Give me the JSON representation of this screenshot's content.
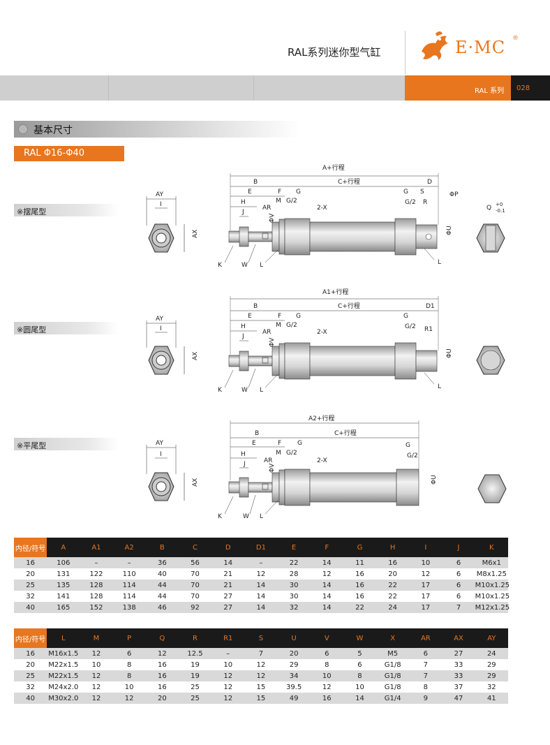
{
  "header": {
    "title": "RAL系列迷你型气缸",
    "brand": "E·MC",
    "registered": "®",
    "series_label": "RAL 系列",
    "page_number": "028"
  },
  "section": {
    "title": "基本尺寸",
    "range": "RAL Φ16-Φ40"
  },
  "types": [
    {
      "label": "※摆尾型",
      "stroke_label": "A+行程",
      "rod_end_d": "D",
      "rod_end_r": "R"
    },
    {
      "label": "※圆尾型",
      "stroke_label": "A1+行程",
      "rod_end_d": "D1",
      "rod_end_r": "R1"
    },
    {
      "label": "※平尾型",
      "stroke_label": "A2+行程"
    }
  ],
  "dims": {
    "AY": "AY",
    "I": "I",
    "AX": "AX",
    "B": "B",
    "E": "E",
    "F": "F",
    "G": "G",
    "G2": "G/2",
    "H": "H",
    "J": "J",
    "M": "M",
    "AR": "AR",
    "V": "ΦV",
    "X": "2-X",
    "K": "K",
    "W": "W",
    "L": "L",
    "C": "C+行程",
    "S": "S",
    "P": "ΦP",
    "U": "ΦU",
    "Q": "Q",
    "Q_up": "+0",
    "Q_down": "-0.1"
  },
  "colors": {
    "accent": "#e8761e",
    "dark": "#1a1a1a",
    "band": "#cfcfcf"
  },
  "table1": {
    "headers": [
      "内径/符号",
      "A",
      "A1",
      "A2",
      "B",
      "C",
      "D",
      "D1",
      "E",
      "F",
      "G",
      "H",
      "I",
      "J",
      "K"
    ],
    "rows": [
      [
        "16",
        "106",
        "–",
        "–",
        "36",
        "56",
        "14",
        "–",
        "22",
        "14",
        "11",
        "16",
        "10",
        "6",
        "M6x1"
      ],
      [
        "20",
        "131",
        "122",
        "110",
        "40",
        "70",
        "21",
        "12",
        "28",
        "12",
        "16",
        "20",
        "12",
        "6",
        "M8x1.25"
      ],
      [
        "25",
        "135",
        "128",
        "114",
        "44",
        "70",
        "21",
        "14",
        "30",
        "14",
        "16",
        "22",
        "17",
        "6",
        "M10x1.25"
      ],
      [
        "32",
        "141",
        "128",
        "114",
        "44",
        "70",
        "27",
        "14",
        "30",
        "14",
        "16",
        "22",
        "17",
        "6",
        "M10x1.25"
      ],
      [
        "40",
        "165",
        "152",
        "138",
        "46",
        "92",
        "27",
        "14",
        "32",
        "14",
        "22",
        "24",
        "17",
        "7",
        "M12x1.25"
      ]
    ]
  },
  "table2": {
    "headers": [
      "内径/符号",
      "L",
      "M",
      "P",
      "Q",
      "R",
      "R1",
      "S",
      "U",
      "V",
      "W",
      "X",
      "AR",
      "AX",
      "AY"
    ],
    "rows": [
      [
        "16",
        "M16x1.5",
        "12",
        "6",
        "12",
        "12.5",
        "–",
        "7",
        "20",
        "6",
        "5",
        "M5",
        "6",
        "27",
        "24"
      ],
      [
        "20",
        "M22x1.5",
        "10",
        "8",
        "16",
        "19",
        "10",
        "12",
        "29",
        "8",
        "6",
        "G1/8",
        "7",
        "33",
        "29"
      ],
      [
        "25",
        "M22x1.5",
        "12",
        "8",
        "16",
        "19",
        "12",
        "12",
        "34",
        "10",
        "8",
        "G1/8",
        "7",
        "33",
        "29"
      ],
      [
        "32",
        "M24x2.0",
        "12",
        "10",
        "16",
        "25",
        "12",
        "15",
        "39.5",
        "12",
        "10",
        "G1/8",
        "8",
        "37",
        "32"
      ],
      [
        "40",
        "M30x2.0",
        "12",
        "12",
        "20",
        "25",
        "12",
        "15",
        "49",
        "16",
        "14",
        "G1/4",
        "9",
        "47",
        "41"
      ]
    ]
  }
}
